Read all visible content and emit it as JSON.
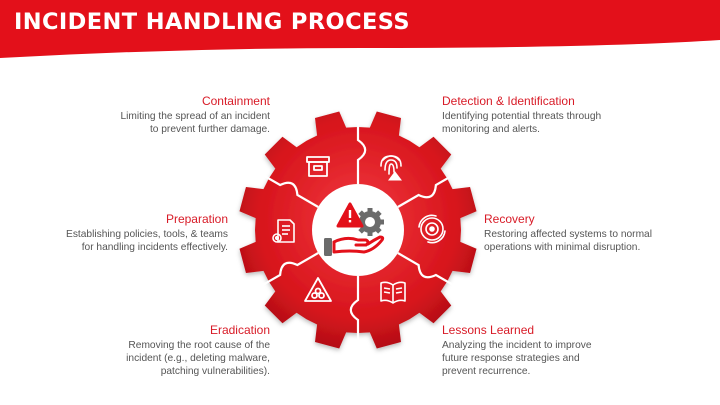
{
  "title": "INCIDENT HANDLING PROCESS",
  "colors": {
    "accent": "#e3101a",
    "accent_dark": "#b5121b",
    "text": "#555555"
  },
  "steps": [
    {
      "heading": "Containment",
      "lines": [
        "Limiting the spread of an incident",
        "to prevent further damage."
      ],
      "icon": "box-icon"
    },
    {
      "heading": "Detection & Identification",
      "lines": [
        "Identifying potential threats through",
        "monitoring and alerts."
      ],
      "icon": "fingerprint-warning-icon"
    },
    {
      "heading": "Preparation",
      "lines": [
        "Establishing policies, tools, & teams",
        "for handling incidents effectively."
      ],
      "icon": "document-gear-icon"
    },
    {
      "heading": "Recovery",
      "lines": [
        "Restoring affected systems to normal",
        "operations with minimal disruption."
      ],
      "icon": "gear-refresh-icon"
    },
    {
      "heading": "Eradication",
      "lines": [
        "Removing the root cause of the",
        "incident (e.g., deleting malware,",
        "patching vulnerabilities)."
      ],
      "icon": "biohazard-warning-icon"
    },
    {
      "heading": "Lessons Learned",
      "lines": [
        "Analyzing the incident to improve",
        "future response strategies and",
        "prevent recurrence."
      ],
      "icon": "open-book-icon"
    }
  ],
  "center_icon": "hand-warning-gear-icon"
}
